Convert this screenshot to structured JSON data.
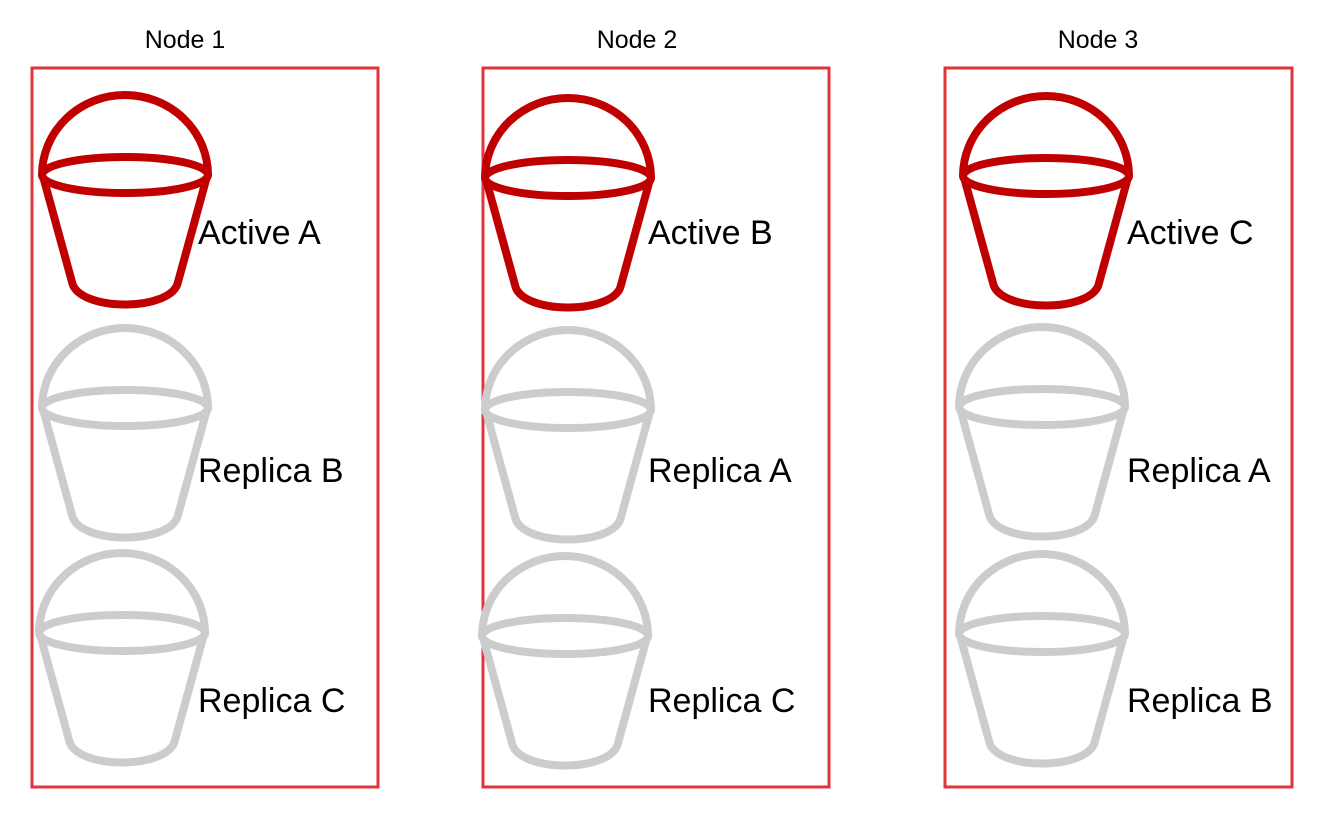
{
  "colors": {
    "node_border": "#e0353b",
    "active_bucket": "#c00000",
    "replica_bucket": "#cccccc",
    "text": "#000000"
  },
  "nodes": [
    {
      "title": "Node 1",
      "buckets": [
        {
          "label": "Active A",
          "role": "active",
          "icon": "bucket-icon"
        },
        {
          "label": "Replica B",
          "role": "replica",
          "icon": "bucket-icon"
        },
        {
          "label": "Replica C",
          "role": "replica",
          "icon": "bucket-icon"
        }
      ]
    },
    {
      "title": "Node 2",
      "buckets": [
        {
          "label": "Active B",
          "role": "active",
          "icon": "bucket-icon"
        },
        {
          "label": "Replica A",
          "role": "replica",
          "icon": "bucket-icon"
        },
        {
          "label": "Replica C",
          "role": "replica",
          "icon": "bucket-icon"
        }
      ]
    },
    {
      "title": "Node 3",
      "buckets": [
        {
          "label": "Active C",
          "role": "active",
          "icon": "bucket-icon"
        },
        {
          "label": "Replica A",
          "role": "replica",
          "icon": "bucket-icon"
        },
        {
          "label": "Replica B",
          "role": "replica",
          "icon": "bucket-icon"
        }
      ]
    }
  ]
}
